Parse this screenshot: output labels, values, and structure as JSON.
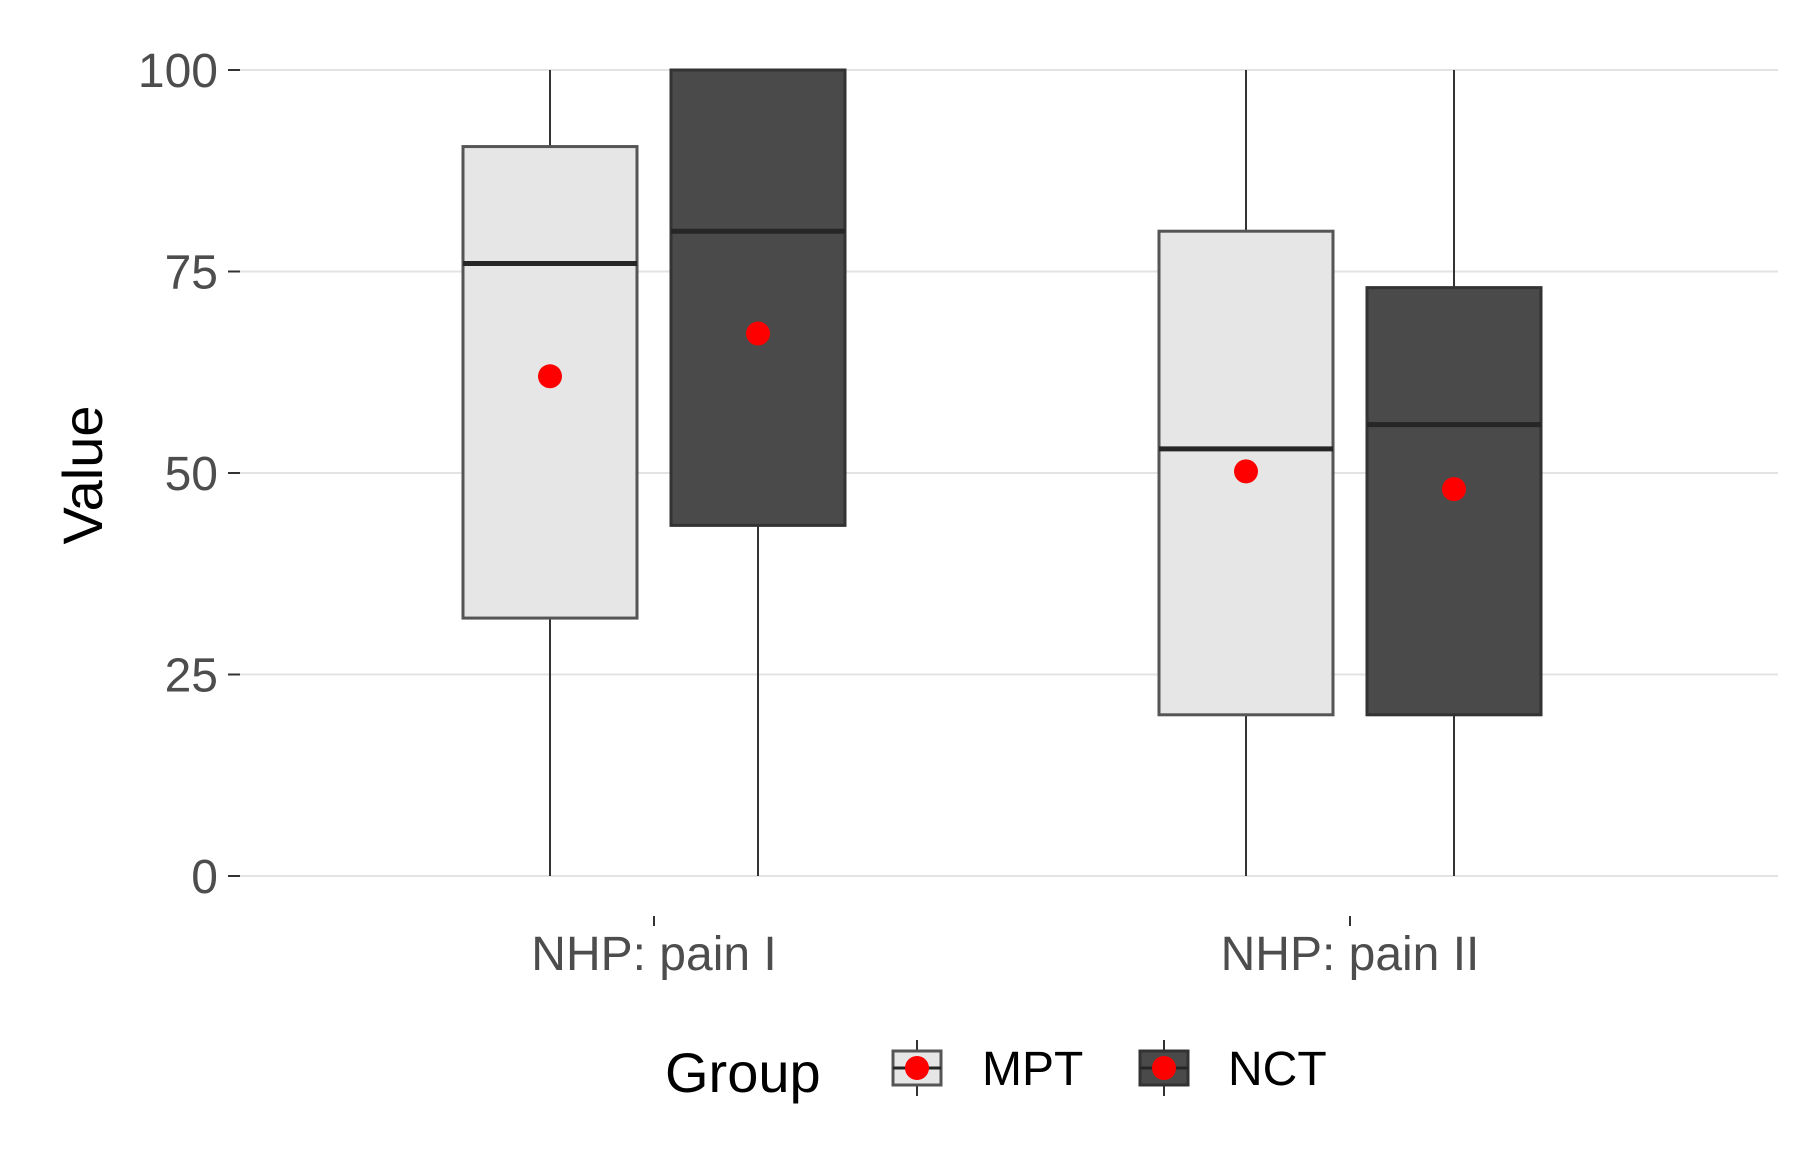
{
  "chart_data": {
    "type": "box",
    "ylabel": "Value",
    "ylim": [
      0,
      100
    ],
    "yticks": [
      0,
      25,
      50,
      75,
      100
    ],
    "y_tick_labels": [
      "0",
      "25",
      "50",
      "75",
      "100"
    ],
    "grid": true,
    "categories": [
      "NHP: pain I",
      "NHP: pain II"
    ],
    "legend": {
      "title": "Group",
      "placement": "bottom"
    },
    "series": [
      {
        "name": "MPT",
        "color": "#e6e6e6",
        "boxes": [
          {
            "category": "NHP: pain I",
            "min": 0,
            "q1": 32,
            "median": 76,
            "q3": 90.5,
            "max": 100,
            "mean": 62
          },
          {
            "category": "NHP: pain II",
            "min": 0,
            "q1": 20,
            "median": 53,
            "q3": 80,
            "max": 100,
            "mean": 50.2
          }
        ]
      },
      {
        "name": "NCT",
        "color": "#4a4a4a",
        "boxes": [
          {
            "category": "NHP: pain I",
            "min": 0,
            "q1": 43.5,
            "median": 80,
            "q3": 100,
            "max": 100,
            "mean": 67.3
          },
          {
            "category": "NHP: pain II",
            "min": 0,
            "q1": 20,
            "median": 56,
            "q3": 73,
            "max": 100,
            "mean": 48
          }
        ]
      }
    ],
    "mean_marker_color": "#ff0000"
  }
}
